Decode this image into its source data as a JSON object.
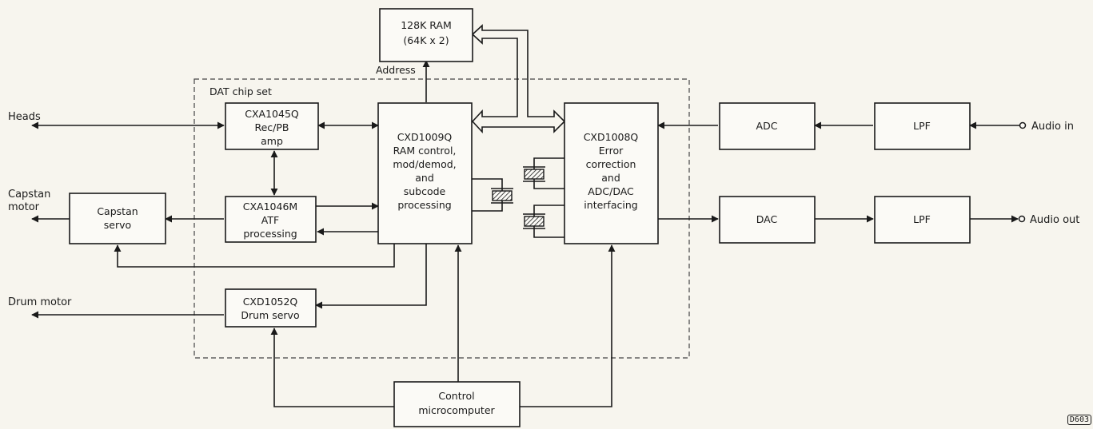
{
  "blocks": {
    "ram": [
      "128K RAM",
      "(64K x 2)"
    ],
    "rec_pb_amp": [
      "CXA1045Q",
      "Rec/PB",
      "amp"
    ],
    "atf": [
      "CXA1046M",
      "ATF",
      "processing"
    ],
    "capstan_servo": [
      "Capstan",
      "servo"
    ],
    "ram_control": [
      "CXD1009Q",
      "RAM control,",
      "mod/demod,",
      "and",
      "subcode",
      "processing"
    ],
    "error_correction": [
      "CXD1008Q",
      "Error",
      "correction",
      "and",
      "ADC/DAC",
      "interfacing"
    ],
    "drum_servo": [
      "CXD1052Q",
      "Drum servo"
    ],
    "control_mc": [
      "Control",
      "microcomputer"
    ],
    "adc": [
      "ADC"
    ],
    "dac": [
      "DAC"
    ],
    "lpf_in": [
      "LPF"
    ],
    "lpf_out": [
      "LPF"
    ]
  },
  "labels": {
    "chip_set": "DAT chip set",
    "address": "Address",
    "heads": "Heads",
    "capstan_motor": [
      "Capstan",
      "motor"
    ],
    "drum_motor": "Drum motor",
    "audio_in": "Audio in",
    "audio_out": "Audio out",
    "figure_id": "D603"
  }
}
